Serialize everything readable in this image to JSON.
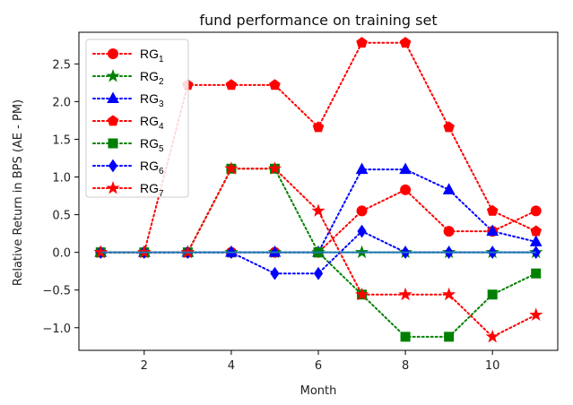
{
  "chart_data": {
    "type": "line",
    "title": "fund performance on training set",
    "xlabel": "Month",
    "ylabel": "Relative Return in BPS (AE - PM)",
    "xlim": [
      0.5,
      11.5
    ],
    "ylim": [
      -1.3,
      2.92
    ],
    "xticks": [
      2,
      4,
      6,
      8,
      10
    ],
    "yticks": [
      -1.0,
      -0.5,
      0.0,
      0.5,
      1.0,
      1.5,
      2.0,
      2.5
    ],
    "ytick_labels": [
      "−1.0",
      "−0.5",
      "0.0",
      "0.5",
      "1.0",
      "1.5",
      "2.0",
      "2.5"
    ],
    "grid": false,
    "legend_position": "top-left",
    "x": [
      1,
      2,
      3,
      4,
      5,
      6,
      7,
      8,
      9,
      10,
      11
    ],
    "series": [
      {
        "name": "RG",
        "sub": "1",
        "color": "#ff0000",
        "marker": "circle",
        "values": [
          0,
          0,
          0,
          0,
          0,
          0,
          0.55,
          0.83,
          0.28,
          0.28,
          0.55
        ]
      },
      {
        "name": "RG",
        "sub": "2",
        "color": "#008000",
        "marker": "star",
        "values": [
          0,
          0,
          0,
          0,
          0,
          0,
          0,
          0,
          0,
          0,
          0
        ]
      },
      {
        "name": "RG",
        "sub": "3",
        "color": "#0000ff",
        "marker": "triangle",
        "values": [
          0,
          0,
          0,
          0,
          0,
          0,
          1.1,
          1.1,
          0.83,
          0.28,
          0.14
        ]
      },
      {
        "name": "RG",
        "sub": "4",
        "color": "#ff0000",
        "marker": "pentagon",
        "values": [
          0,
          0,
          2.22,
          2.22,
          2.22,
          1.66,
          2.78,
          2.78,
          1.66,
          0.55,
          0.28
        ]
      },
      {
        "name": "RG",
        "sub": "5",
        "color": "#008000",
        "marker": "square",
        "values": [
          0,
          0,
          0,
          1.11,
          1.11,
          0,
          -0.56,
          -1.12,
          -1.12,
          -0.56,
          -0.28
        ]
      },
      {
        "name": "RG",
        "sub": "6",
        "color": "#0000ff",
        "marker": "diamond",
        "values": [
          0,
          0,
          0,
          0,
          -0.28,
          -0.28,
          0.28,
          0,
          0,
          0,
          0
        ]
      },
      {
        "name": "RG",
        "sub": "7",
        "color": "#ff0000",
        "marker": "star",
        "values": [
          0,
          0,
          0,
          1.11,
          1.11,
          0.55,
          -0.56,
          -0.56,
          -0.56,
          -1.12,
          -0.83
        ]
      }
    ],
    "reference_line": {
      "y": 0,
      "color": "#1f77b4"
    }
  }
}
